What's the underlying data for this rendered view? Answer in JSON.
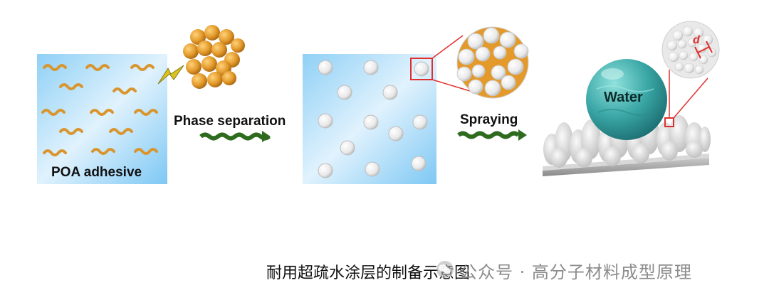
{
  "diagram": {
    "label_poa": "POA adhesive",
    "label_phase": "Phase separation",
    "label_spraying": "Spraying",
    "label_water": "Water",
    "label_d": "d"
  },
  "caption": "耐用超疏水涂层的制备示意图",
  "watermark": {
    "icon": "wechat-icon",
    "text": "公众号 · 高分子材料成型原理"
  },
  "colors": {
    "panel_blue_light": "#e0f2fd",
    "panel_blue": "#6cc2f2",
    "polymer_orange": "#d9952e",
    "arrow_green": "#2f6b1f",
    "highlight_red": "#e0302e",
    "water_teal": "#3aa7a6"
  }
}
